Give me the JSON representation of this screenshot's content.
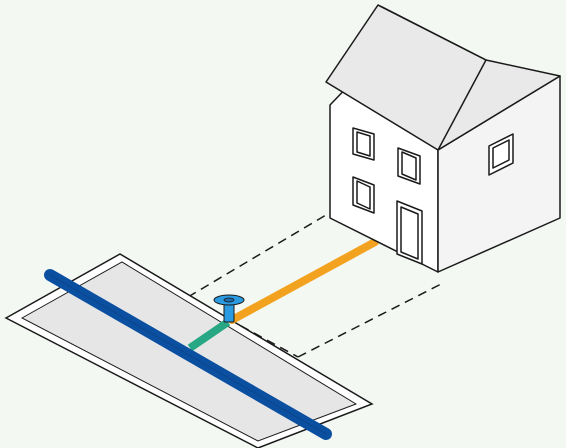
{
  "diagram": {
    "elements": [
      {
        "name": "road",
        "kind": "pavement"
      },
      {
        "name": "water-main",
        "kind": "pipe",
        "color": "#0a4fa0"
      },
      {
        "name": "communication-pipe",
        "kind": "pipe",
        "color": "#27a784"
      },
      {
        "name": "stop-valve",
        "kind": "valve",
        "color": "#2a9be0"
      },
      {
        "name": "supply-pipe",
        "kind": "pipe",
        "color": "#f2a21e"
      },
      {
        "name": "house",
        "kind": "building"
      },
      {
        "name": "property-boundary",
        "kind": "dashed-outline"
      }
    ],
    "colors": {
      "background": "#f3f8f3",
      "road": "#e6e6e6",
      "road_outline": "#1a1a1a",
      "main_pipe": "#0a4fa0",
      "communication_pipe": "#27a784",
      "supply_pipe": "#f2a21e",
      "valve": "#2a9be0",
      "roof": "#e9e9e9",
      "wall_front": "#ffffff",
      "wall_side": "#f4f4f4",
      "outline": "#1a1a1a"
    }
  }
}
